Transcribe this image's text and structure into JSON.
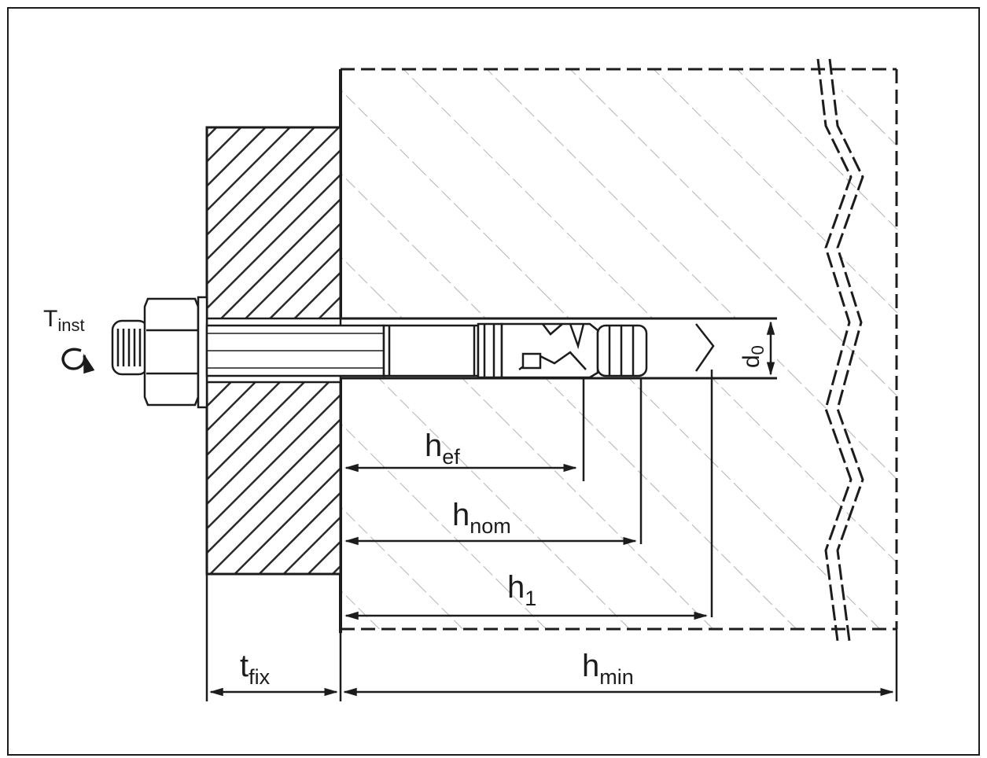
{
  "labels": {
    "t_inst": {
      "main": "T",
      "sub": "inst"
    },
    "h_ef": {
      "main": "h",
      "sub": "ef"
    },
    "h_nom": {
      "main": "h",
      "sub": "nom"
    },
    "h_1": {
      "main": "h",
      "sub": "1"
    },
    "d_0": {
      "main": "d",
      "sub": "0"
    },
    "t_fix": {
      "main": "t",
      "sub": "fix"
    },
    "h_min": {
      "main": "h",
      "sub": "min"
    }
  },
  "colors": {
    "line": "#1c1c1c",
    "hatch_fixture": "#2a2a2a",
    "hatch_concrete": "#9a9a9a",
    "background": "#ffffff"
  }
}
